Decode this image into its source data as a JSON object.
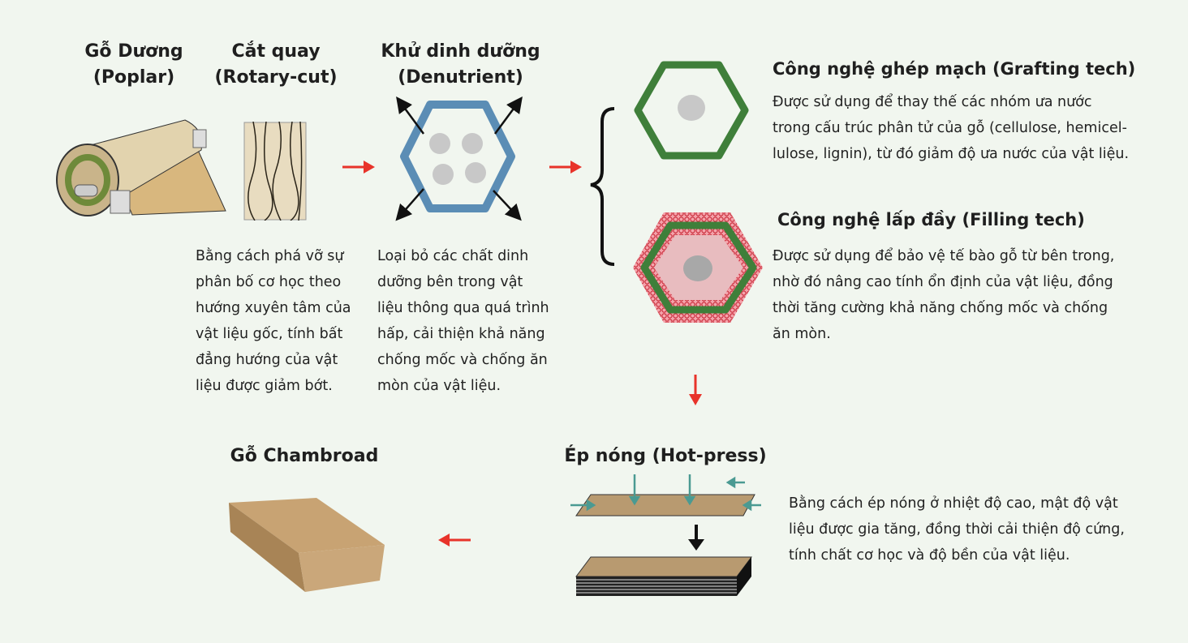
{
  "steps": {
    "poplar": {
      "title": "Gỗ Dương",
      "subtitle": "(Poplar)"
    },
    "rotary": {
      "title": "Cắt quay",
      "subtitle": "(Rotary-cut)",
      "desc": [
        "Bằng cách phá vỡ sự",
        "phân bố cơ học theo",
        "hướng xuyên tâm của",
        "vật liệu gốc, tính bất",
        "đẳng hướng của vật",
        "liệu được giảm bớt."
      ]
    },
    "denutrient": {
      "title": "Khử dinh dưỡng",
      "subtitle": "(Denutrient)",
      "desc": [
        "Loại bỏ các chất dinh",
        "dưỡng bên trong vật",
        "liệu thông qua quá trình",
        "hấp, cải thiện khả năng",
        "chống mốc và chống ăn",
        "mòn của vật liệu."
      ]
    },
    "grafting": {
      "title": "Công nghệ ghép mạch (Grafting tech)",
      "desc": [
        "Được sử dụng để thay thế các nhóm ưa nước",
        "trong cấu trúc phân tử của gỗ (cellulose, hemicel-",
        "lulose, lignin), từ đó giảm độ ưa nước của vật liệu."
      ]
    },
    "filling": {
      "title": "Công nghệ lấp đầy (Filling tech)",
      "desc": [
        "Được sử dụng để bảo vệ tế bào gỗ từ bên trong,",
        "nhờ đó nâng cao tính ổn định của vật liệu, đồng",
        "thời tăng cường khả năng chống mốc và chống",
        "ăn mòn."
      ]
    },
    "hotpress": {
      "title": "Ép nóng (Hot-press)",
      "desc": [
        "Bằng cách ép nóng ở nhiệt độ cao, mật độ vật",
        "liệu được gia tăng, đồng thời cải thiện độ cứng,",
        "tính chất cơ học và độ bền của vật liệu."
      ]
    },
    "chambroad": {
      "title": "Gỗ Chambroad"
    }
  },
  "colors": {
    "arrow": "#e8332a",
    "denutrient": "#5b8db5",
    "graft": "#3f7f3a",
    "fill": "#e9555f",
    "teal": "#4a9a92"
  }
}
